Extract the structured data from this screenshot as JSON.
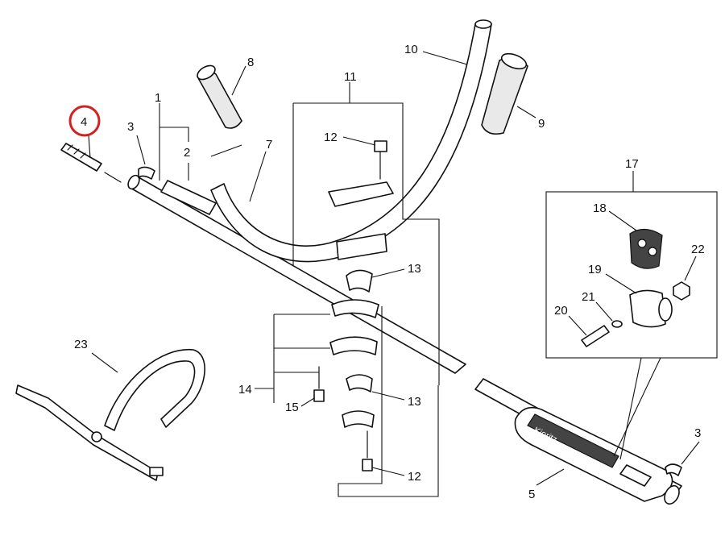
{
  "callouts": {
    "c1": "1",
    "c2": "2",
    "c3a": "3",
    "c3b": "3",
    "c4": "4",
    "c5": "5",
    "c7": "7",
    "c8": "8",
    "c9": "9",
    "c10": "10",
    "c11": "11",
    "c12a": "12",
    "c12b": "12",
    "c13a": "13",
    "c13b": "13",
    "c14": "14",
    "c15": "15",
    "c17": "17",
    "c18": "18",
    "c19": "19",
    "c20": "20",
    "c21": "21",
    "c22": "22",
    "c23": "23"
  },
  "highlight": {
    "callout": "4",
    "color": "#d42020"
  },
  "brand_text": "Kioritz"
}
